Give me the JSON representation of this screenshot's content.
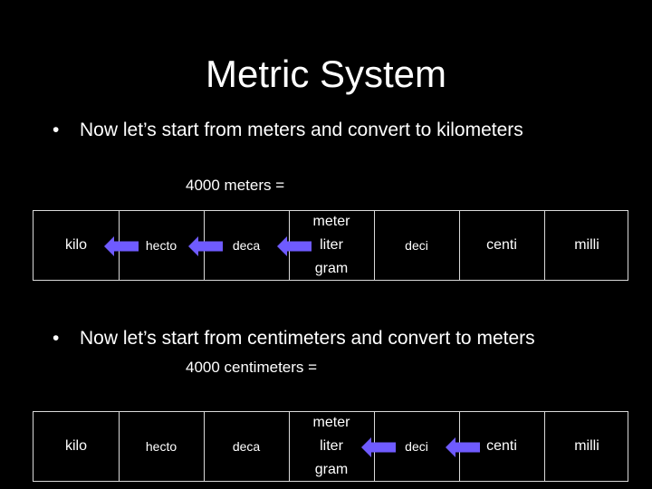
{
  "slide": {
    "title": "Metric System",
    "bullet_glyph": "•",
    "section1": {
      "bullet": "Now let’s start from meters and convert to kilometers",
      "equation": "4000 meters ="
    },
    "section2": {
      "bullet": "Now let’s start from centimeters and convert to meters",
      "equation": "4000 centimeters ="
    },
    "prefixes": {
      "kilo": "kilo",
      "hecto": "hecto",
      "deca": "deca",
      "base": [
        "meter",
        "liter",
        "gram"
      ],
      "deci": "deci",
      "centi": "centi",
      "milli": "milli"
    },
    "arrow_color": "#6f5bff",
    "arrow_icon": "arrow-left-icon"
  }
}
